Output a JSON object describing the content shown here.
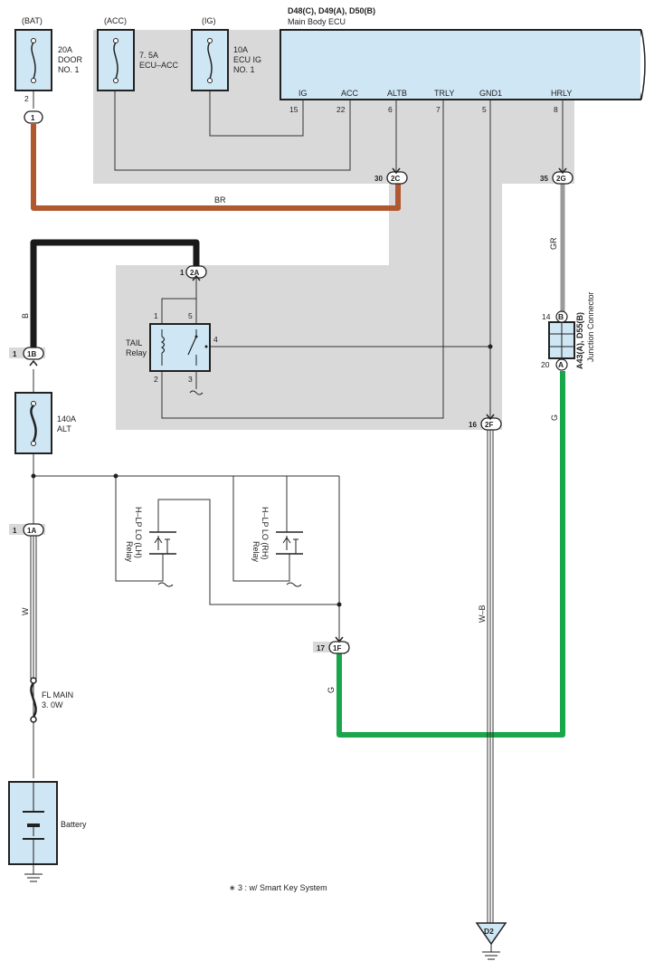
{
  "ecu": {
    "title": "D48(C), D49(A), D50(B)",
    "subtitle": "Main Body ECU",
    "pins": [
      {
        "name": "IG",
        "num": "15"
      },
      {
        "name": "ACC",
        "num": "22"
      },
      {
        "name": "ALTB",
        "num": "6"
      },
      {
        "name": "TRLY",
        "num": "7"
      },
      {
        "name": "GND1",
        "num": "5"
      },
      {
        "name": "HRLY",
        "num": "8"
      }
    ]
  },
  "fuses": {
    "bat": {
      "tag": "(BAT)",
      "label1": "20A",
      "label2": "DOOR",
      "label3": "NO. 1",
      "pin": "2",
      "connector": "1"
    },
    "acc": {
      "tag": "(ACC)",
      "label1": "7. 5A",
      "label2": "ECU–ACC"
    },
    "ig": {
      "tag": "(IG)",
      "label1": "10A",
      "label2": "ECU IG",
      "label3": "NO. 1"
    },
    "alt": {
      "label1": "140A",
      "label2": "ALT"
    },
    "flmain": {
      "label1": "FL MAIN",
      "label2": "3. 0W"
    }
  },
  "connectors": {
    "c2C": {
      "pin": "30",
      "id": "2C"
    },
    "c2G": {
      "pin": "35",
      "id": "2G"
    },
    "c2A": {
      "pin": "1",
      "id": "2A"
    },
    "c1B": {
      "pin": "1",
      "id": "1B"
    },
    "c2F": {
      "pin": "16",
      "id": "2F"
    },
    "c1A": {
      "pin": "1",
      "id": "1A"
    },
    "c1F": {
      "pin": "17",
      "id": "1F"
    }
  },
  "wires": {
    "br": "BR",
    "b": "B",
    "gr": "GR",
    "g1": "G",
    "g2": "G",
    "wb": "W–B",
    "w": "W"
  },
  "tail_relay": {
    "label1": "TAIL",
    "label2": "Relay",
    "p1": "1",
    "p2": "2",
    "p3": "3",
    "p4": "4",
    "p5": "5"
  },
  "hlp_lh": {
    "label1": "H–LP LO (LH)",
    "label2": "Relay"
  },
  "hlp_rh": {
    "label1": "H–LP LO (RH)",
    "label2": "Relay"
  },
  "junction": {
    "id": "A43(A), D55(B)",
    "label": "Junction Connector",
    "top_pin": "14",
    "top_conn": "B",
    "bot_pin": "20",
    "bot_conn": "A"
  },
  "battery": {
    "label": "Battery"
  },
  "ground": {
    "id": "D2"
  },
  "note": "∗ 3 : w/ Smart Key System",
  "colors": {
    "br": "#b0582f",
    "b": "#1a1a1a",
    "gr": "#9a9a9a",
    "g": "#1aa64a",
    "bg_gray": "#d9d9d9",
    "component": "#cfe6f5"
  }
}
